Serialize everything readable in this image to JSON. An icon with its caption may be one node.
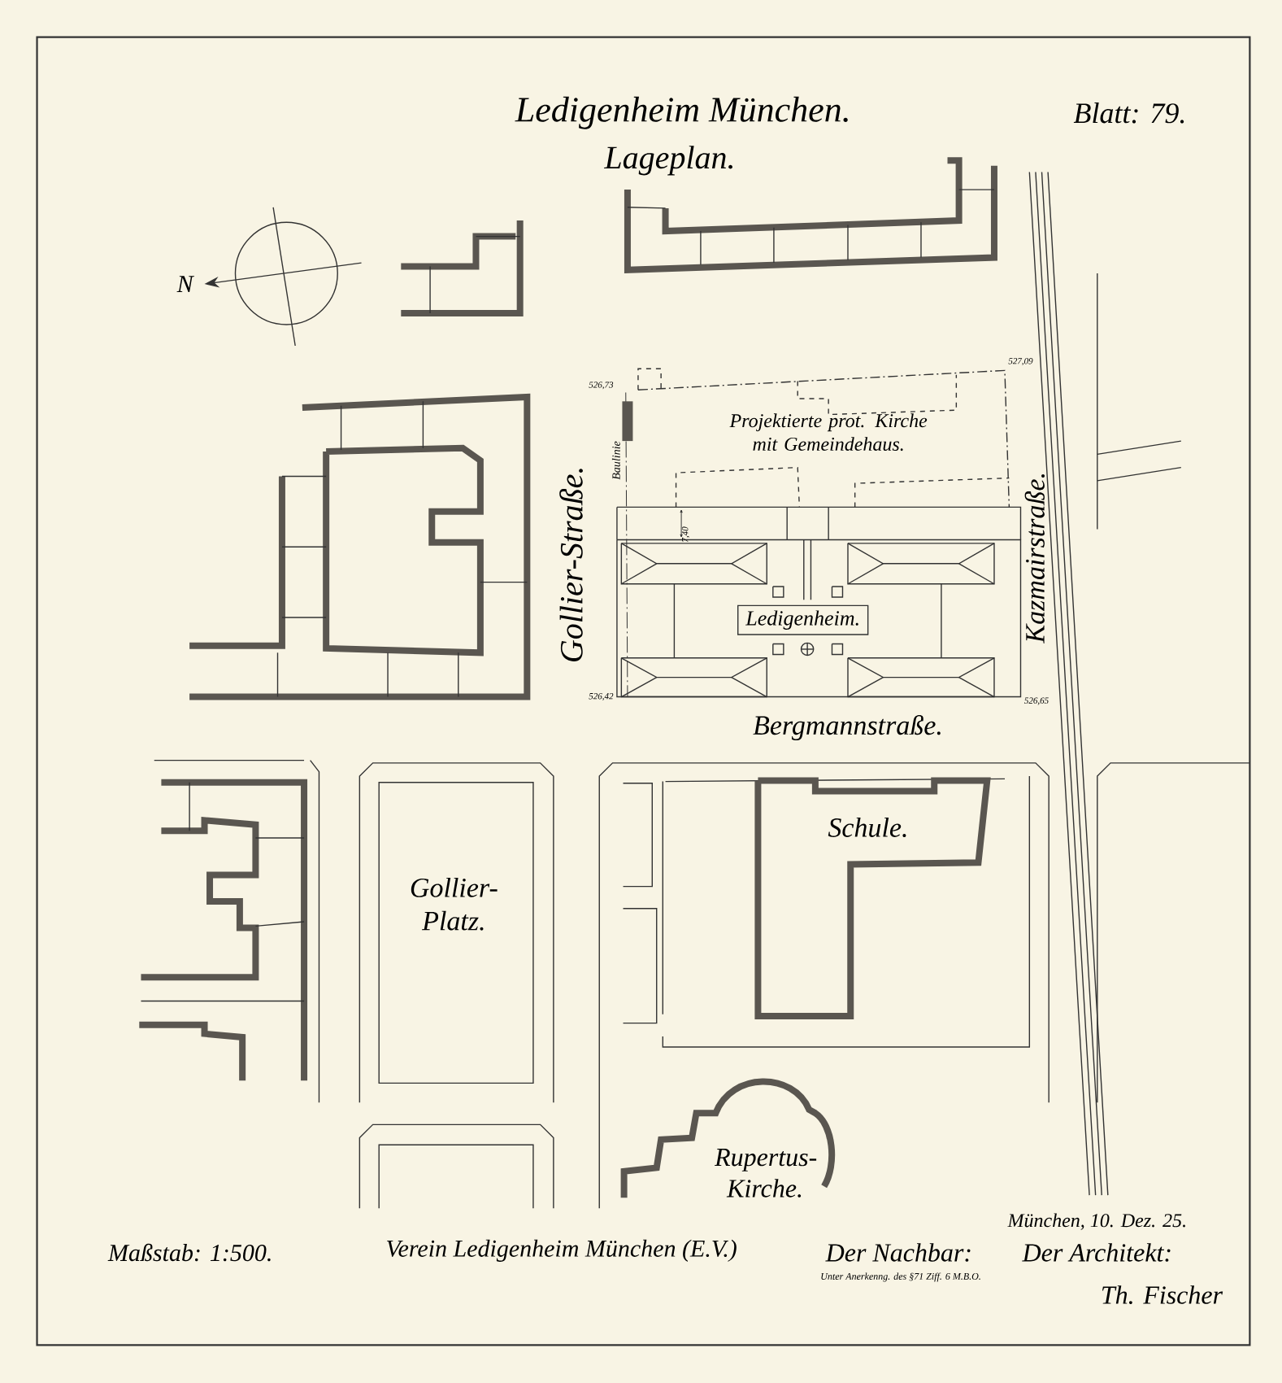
{
  "diagram": {
    "title": "Ledigenheim München.",
    "nodes": [
      {
        "text": [
          "Projektierte prot. Kirche mit Gemeindehaus."
        ]
      },
      {
        "text": [
          "Ledigenheim."
        ]
      },
      {
        "text": [
          "Gollier-Platz."
        ]
      },
      {
        "text": [
          "Schule."
        ]
      },
      {
        "text": [
          "Rupertus-Kirche."
        ]
      }
    ],
    "labels": [
      "Lageplan.",
      "Blatt: 79.",
      "N",
      "526,73",
      "527,09",
      "Baulinie",
      "Gollier-Straße.",
      "7,40",
      "Kazmairstraße.",
      "526,42",
      "526,65",
      "Bergmannstraße.",
      "Maßstab: 1:500.",
      "Verein Ledigenheim München (E.V.)",
      "Der Nachbar:",
      "Unter Anerkenng. des §71 Ziff. 6 M.B.O.",
      "München, 10. Dez. 25.",
      "Der Architekt:",
      "Th. Fischer"
    ]
  }
}
